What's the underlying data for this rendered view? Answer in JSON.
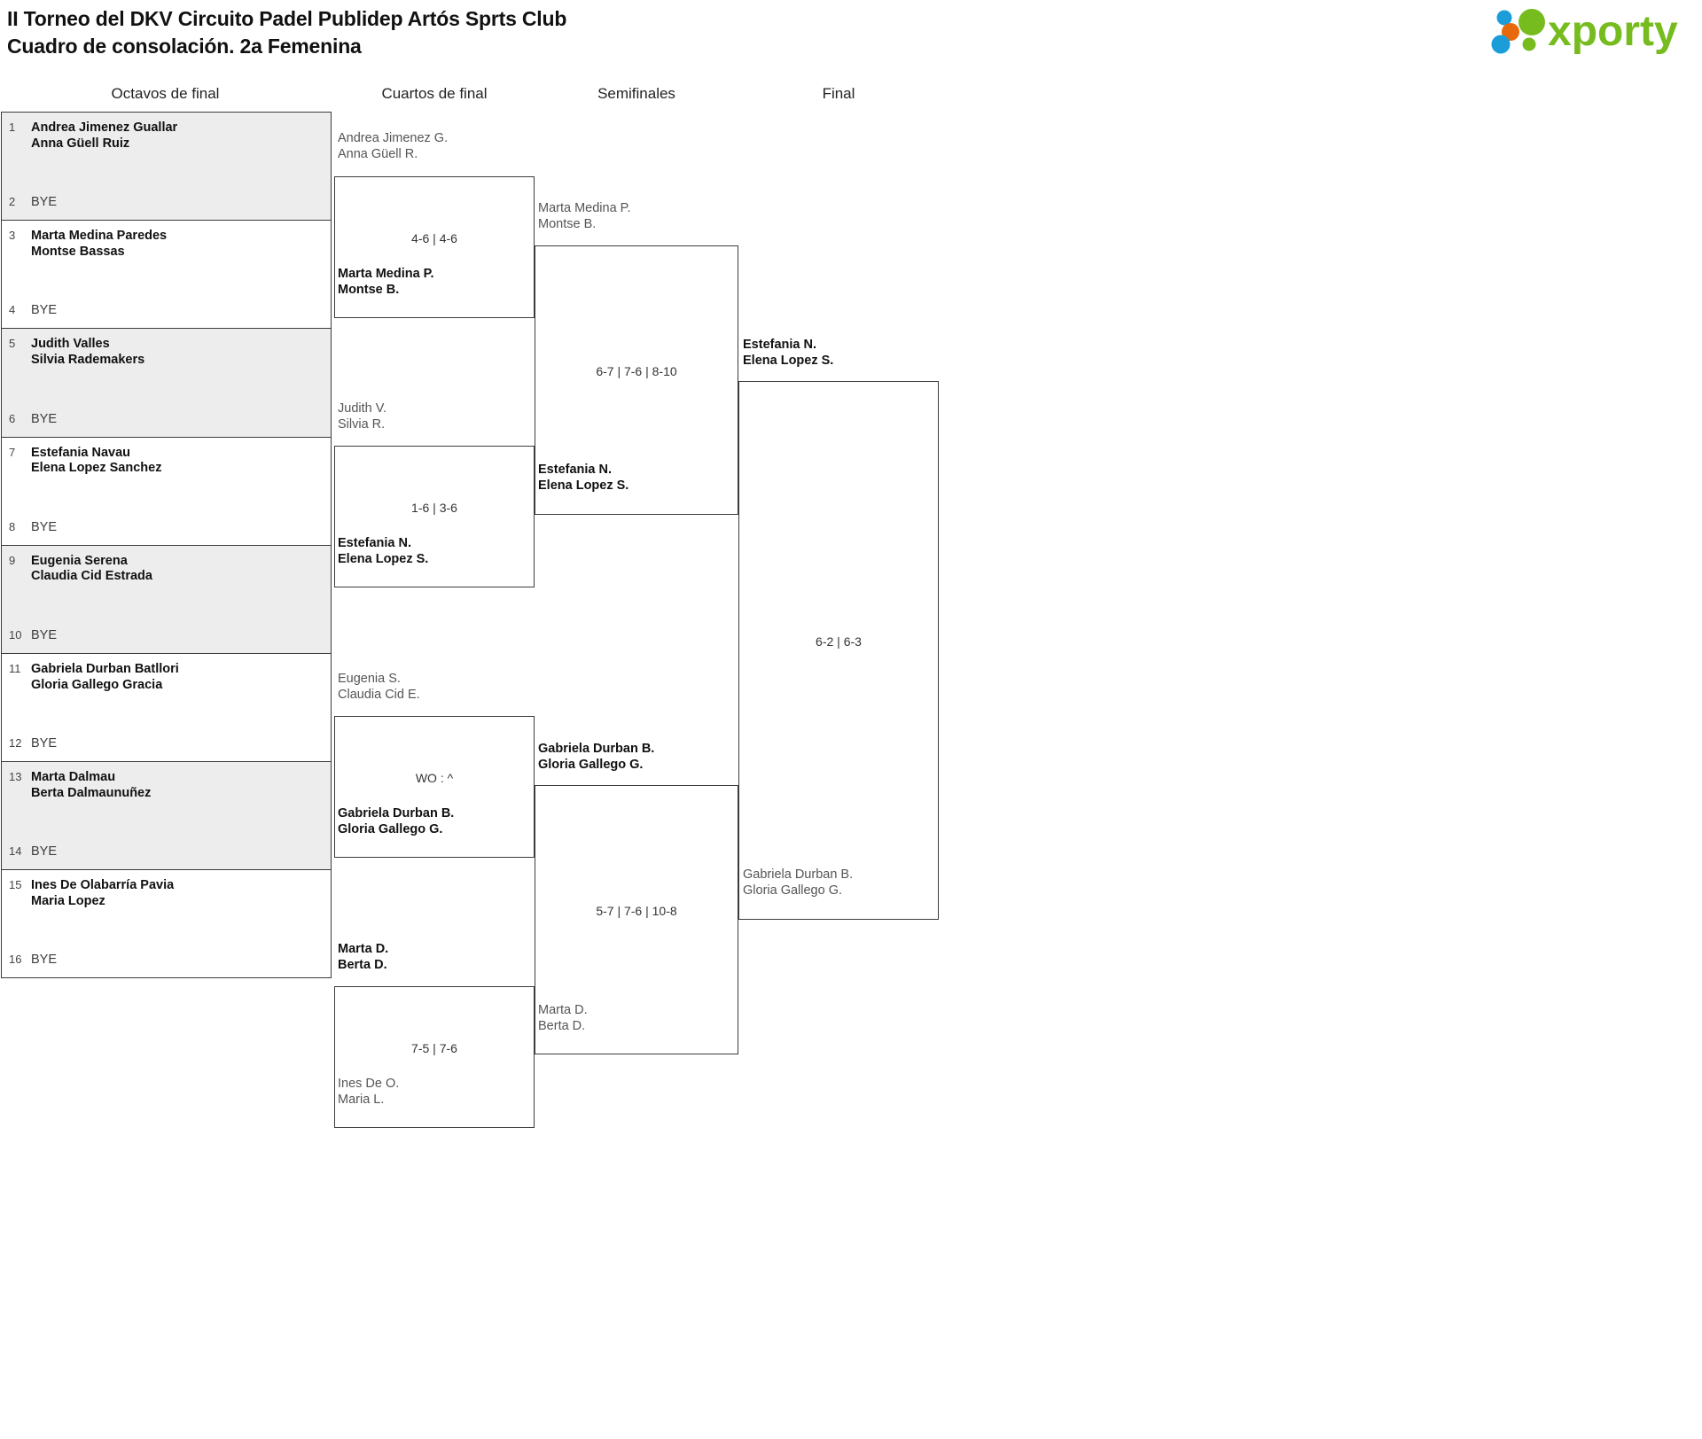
{
  "header": {
    "title_line1": "II Torneo del DKV Circuito Padel Publidep Artós Sprts Club",
    "title_line2": "Cuadro de consolación. 2a Femenina",
    "logo_text": "xporty",
    "logo_colors": {
      "green": "#77bc1f",
      "blue": "#1b9dd9",
      "orange": "#e8690b"
    }
  },
  "rounds": [
    {
      "label": "Octavos de final"
    },
    {
      "label": "Cuartos de final"
    },
    {
      "label": "Semifinales"
    },
    {
      "label": "Final"
    }
  ],
  "bracket": {
    "round1": [
      {
        "seed_top": "1",
        "seed_bot": "2",
        "top_l1": "Andrea Jimenez Guallar",
        "top_l2": "Anna Güell Ruiz",
        "bottom": "BYE",
        "shaded": true
      },
      {
        "seed_top": "3",
        "seed_bot": "4",
        "top_l1": "Marta Medina Paredes",
        "top_l2": "Montse Bassas",
        "bottom": "BYE",
        "shaded": false
      },
      {
        "seed_top": "5",
        "seed_bot": "6",
        "top_l1": "Judith Valles",
        "top_l2": "Silvia Rademakers",
        "bottom": "BYE",
        "shaded": true
      },
      {
        "seed_top": "7",
        "seed_bot": "8",
        "top_l1": "Estefania Navau",
        "top_l2": "Elena Lopez Sanchez",
        "bottom": "BYE",
        "shaded": false
      },
      {
        "seed_top": "9",
        "seed_bot": "10",
        "top_l1": "Eugenia Serena",
        "top_l2": "Claudia Cid Estrada",
        "bottom": "BYE",
        "shaded": true
      },
      {
        "seed_top": "11",
        "seed_bot": "12",
        "top_l1": "Gabriela Durban Batllori",
        "top_l2": "Gloria Gallego Gracia",
        "bottom": "BYE",
        "shaded": false
      },
      {
        "seed_top": "13",
        "seed_bot": "14",
        "top_l1": "Marta Dalmau",
        "top_l2": "Berta Dalmaunuñez",
        "bottom": "BYE",
        "shaded": true
      },
      {
        "seed_top": "15",
        "seed_bot": "16",
        "top_l1": "Ines De Olabarría Pavia",
        "top_l2": "Maria Lopez",
        "bottom": "BYE",
        "shaded": false
      }
    ],
    "round2": [
      {
        "score": "4-6 | 4-6",
        "top": {
          "l1": "Andrea Jimenez G.",
          "l2": "Anna Güell R.",
          "state": "lose"
        },
        "bottom": {
          "l1": "Marta Medina P.",
          "l2": "Montse B.",
          "state": "win"
        }
      },
      {
        "score": "1-6 | 3-6",
        "top": {
          "l1": "Judith V.",
          "l2": "Silvia R.",
          "state": "lose"
        },
        "bottom": {
          "l1": "Estefania N.",
          "l2": "Elena Lopez S.",
          "state": "win"
        }
      },
      {
        "score": "WO : ^",
        "top": {
          "l1": "Eugenia S.",
          "l2": "Claudia Cid E.",
          "state": "lose"
        },
        "bottom": {
          "l1": "Gabriela Durban B.",
          "l2": "Gloria Gallego G.",
          "state": "win"
        }
      },
      {
        "score": "7-5 | 7-6",
        "top": {
          "l1": "Marta D.",
          "l2": "Berta D.",
          "state": "win"
        },
        "bottom": {
          "l1": "Ines De O.",
          "l2": "Maria L.",
          "state": "lose"
        }
      }
    ],
    "round3": [
      {
        "score": "6-7 | 7-6 | 8-10",
        "top": {
          "l1": "Marta Medina P.",
          "l2": "Montse B.",
          "state": "lose"
        },
        "bottom": {
          "l1": "Estefania N.",
          "l2": "Elena Lopez S.",
          "state": "win"
        }
      },
      {
        "score": "5-7 | 7-6 | 10-8",
        "top": {
          "l1": "Gabriela Durban B.",
          "l2": "Gloria Gallego G.",
          "state": "win"
        },
        "bottom": {
          "l1": "Marta D.",
          "l2": "Berta D.",
          "state": "lose"
        }
      }
    ],
    "round4": [
      {
        "score": "6-2 | 6-3",
        "top": {
          "l1": "Estefania N.",
          "l2": "Elena Lopez S.",
          "state": "win"
        },
        "bottom": {
          "l1": "Gabriela Durban B.",
          "l2": "Gloria Gallego G.",
          "state": "lose"
        }
      }
    ]
  }
}
